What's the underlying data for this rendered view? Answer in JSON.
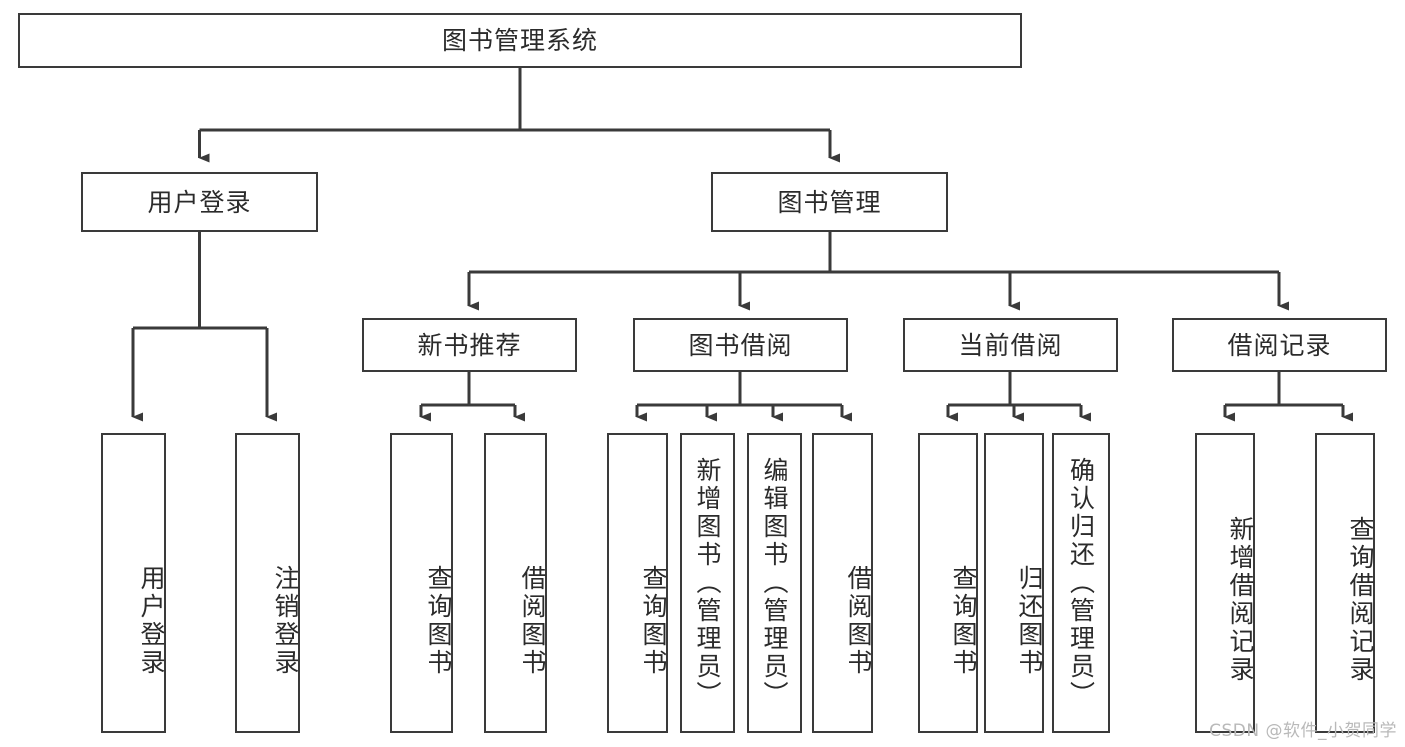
{
  "diagram": {
    "title": "图书管理系统",
    "type": "tree-hierarchy-diagram",
    "watermark": "CSDN @软件_小贺同学",
    "style": {
      "box_border_color": "#3a3a3a",
      "box_fill_color": "#ffffff",
      "line_color": "#3a3a3a",
      "background_color": "#ffffff",
      "text_color": "#2b2b2b"
    },
    "root": {
      "label": "图书管理系统"
    },
    "level2": [
      {
        "label": "用户登录"
      },
      {
        "label": "图书管理"
      }
    ],
    "level3": [
      {
        "label": "新书推荐"
      },
      {
        "label": "图书借阅"
      },
      {
        "label": "当前借阅"
      },
      {
        "label": "借阅记录"
      }
    ],
    "leaves": {
      "user_login": [
        {
          "label": "用户登录"
        },
        {
          "label": "注销登录"
        }
      ],
      "new_book_recommend": [
        {
          "label": "查询图书"
        },
        {
          "label": "借阅图书"
        }
      ],
      "book_borrow": [
        {
          "label": "查询图书"
        },
        {
          "label": "新增图书（管理员）"
        },
        {
          "label": "编辑图书（管理员）"
        },
        {
          "label": "借阅图书"
        }
      ],
      "current_borrow": [
        {
          "label": "查询图书"
        },
        {
          "label": "归还图书"
        },
        {
          "label": "确认归还（管理员）"
        }
      ],
      "borrow_record": [
        {
          "label": "新增借阅记录"
        },
        {
          "label": "查询借阅记录"
        }
      ]
    }
  }
}
